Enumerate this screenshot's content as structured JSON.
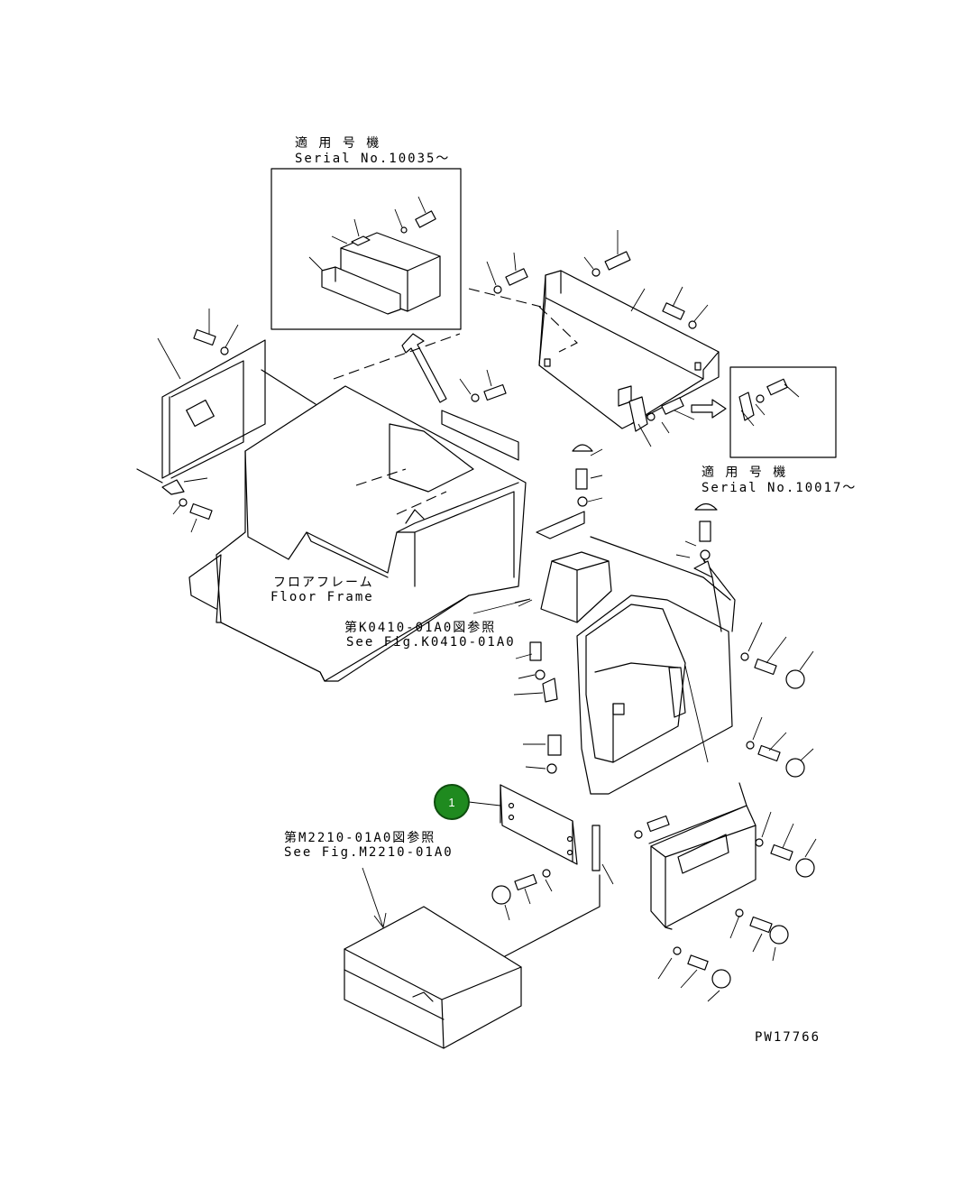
{
  "diagram": {
    "drawing_number": "PW17766",
    "callout": {
      "number": "1",
      "color": "#1f8a1f"
    },
    "detail_top": {
      "applicable_jp": "適 用 号 機",
      "serial": "Serial No.10035～"
    },
    "detail_right": {
      "applicable_jp": "適 用 号 機",
      "serial": "Serial No.10017～"
    },
    "floor_frame": {
      "jp": "フロアフレーム",
      "en": "Floor Frame"
    },
    "ref_k0410": {
      "jp": "第K0410-01A0図参照",
      "en": "See Fig.K0410-01A0"
    },
    "ref_m2210": {
      "jp": "第M2210-01A0図参照",
      "en": "See Fig.M2210-01A0"
    }
  }
}
